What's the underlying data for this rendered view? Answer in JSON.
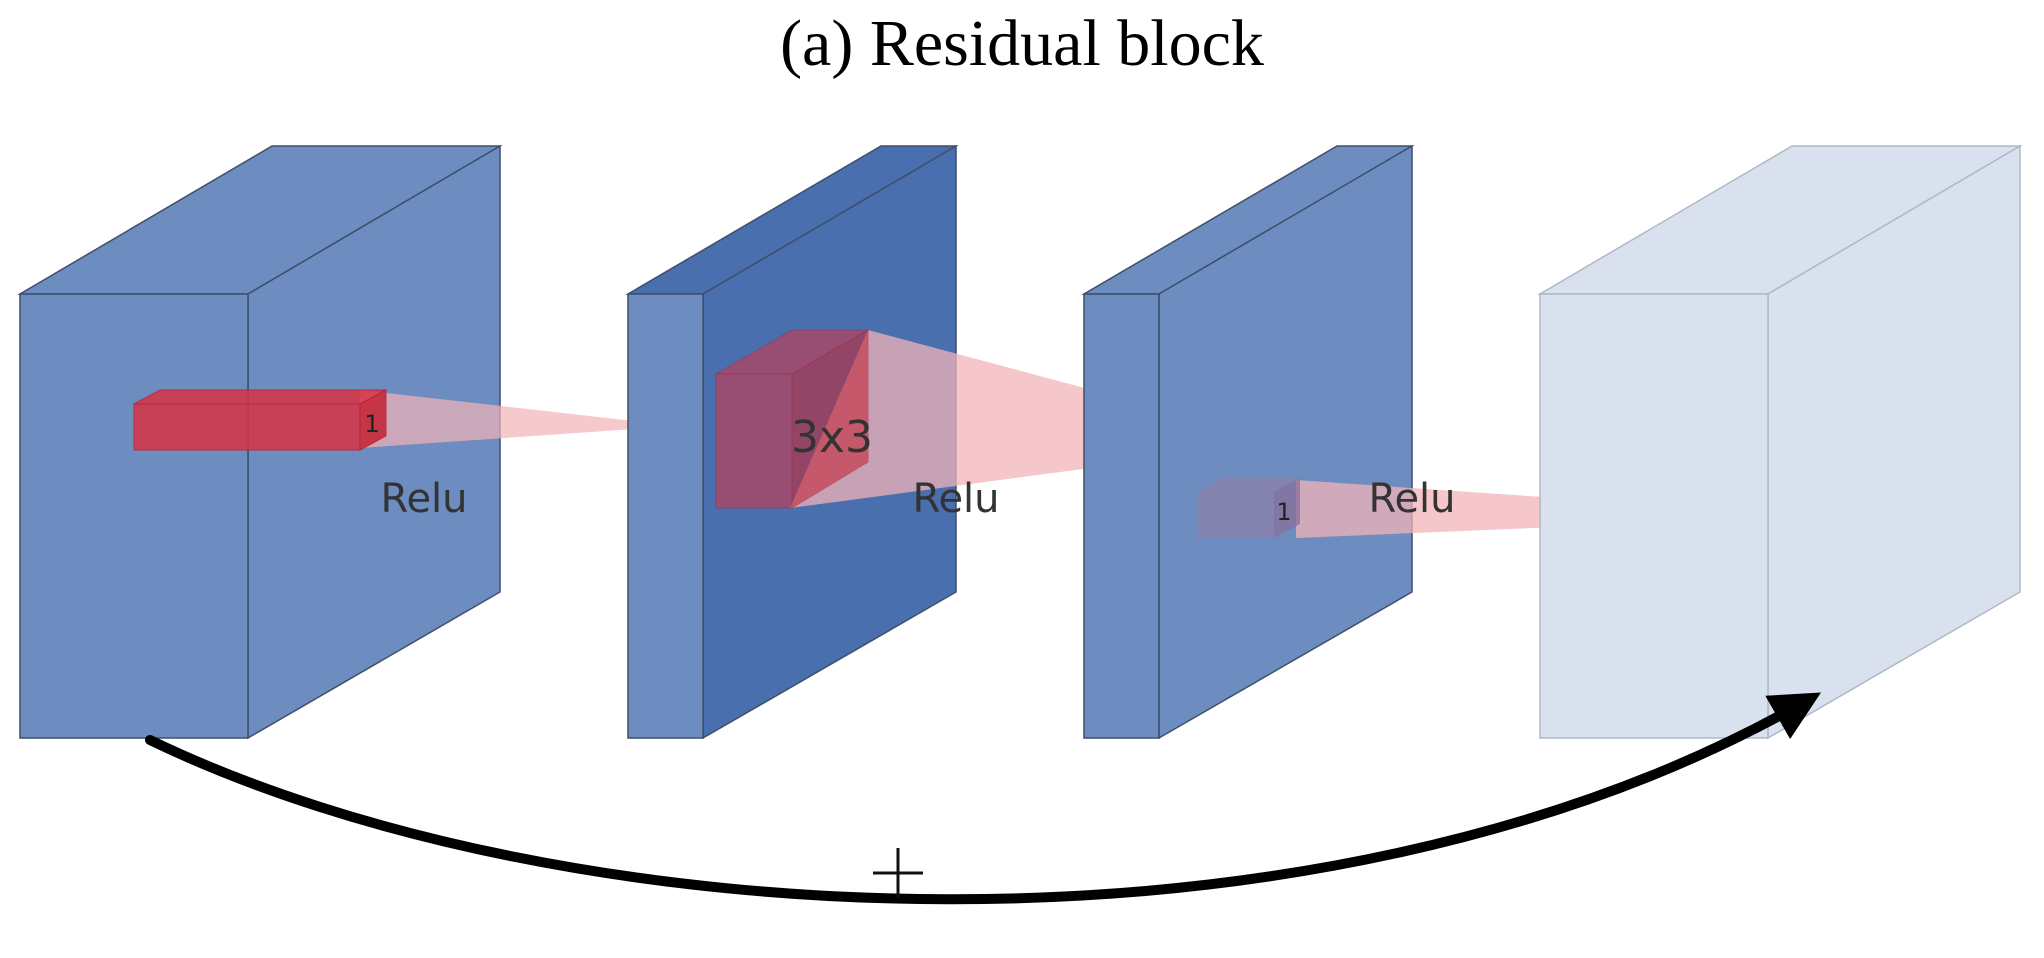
{
  "title": "(a) Residual block",
  "labels": {
    "relu_1": "Relu",
    "relu_2": "Relu",
    "relu_3": "Relu",
    "kernel_1": "1",
    "kernel_3x3": "3x3",
    "kernel_1b": "1",
    "skip_op": "+"
  },
  "colors": {
    "block": "#6d8cbf",
    "block_dark": "#4a6fae",
    "block_light": "#d9e1ee",
    "edge": "#3f4f6b",
    "kernel": "#d93344",
    "cone": "#f2b3b8",
    "arrow": "#000000"
  }
}
